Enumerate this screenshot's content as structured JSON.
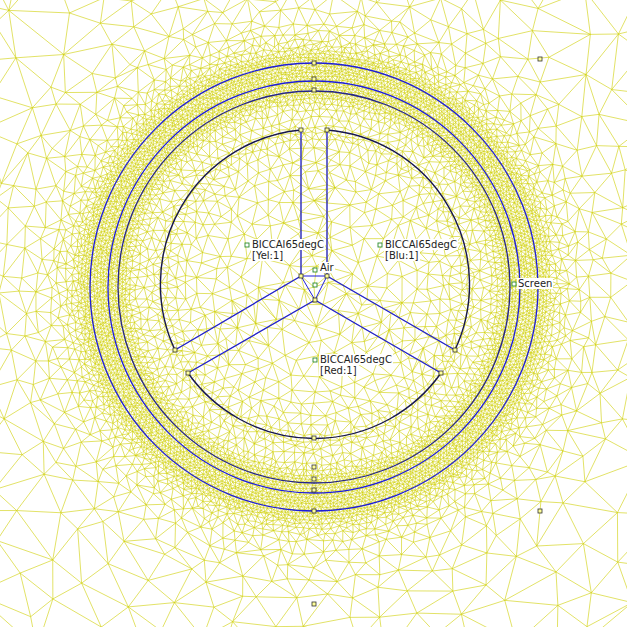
{
  "diagram": {
    "labels": [
      "BICCAl65degC",
      "[Yel:1]",
      "BICCAl65degC",
      "[Blu:1]",
      "Air",
      "BICCAl65degC",
      "[Red:1]",
      "Screen"
    ]
  }
}
